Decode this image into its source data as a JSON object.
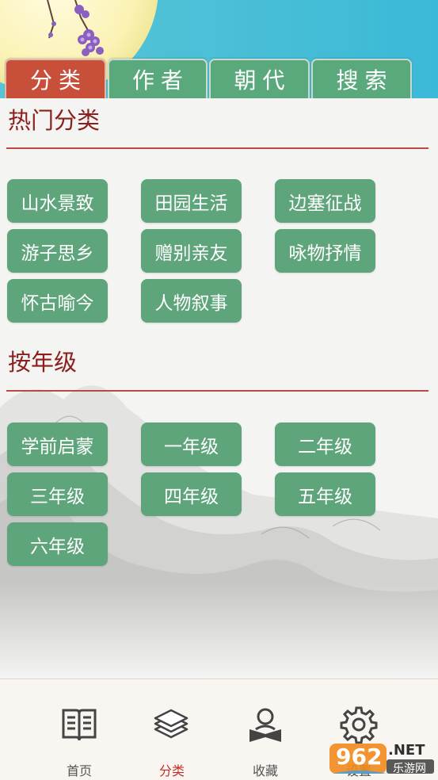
{
  "tabs": [
    {
      "label": "分类",
      "active": true
    },
    {
      "label": "作者",
      "active": false
    },
    {
      "label": "朝代",
      "active": false
    },
    {
      "label": "搜索",
      "active": false
    }
  ],
  "sections": {
    "hot": {
      "title": "热门分类",
      "items": [
        "山水景致",
        "田园生活",
        "边塞征战",
        "游子思乡",
        "赠别亲友",
        "咏物抒情",
        "怀古喻今",
        "人物叙事"
      ]
    },
    "grade": {
      "title": "按年级",
      "items": [
        "学前启蒙",
        "一年级",
        "二年级",
        "三年级",
        "四年级",
        "五年级",
        "六年级"
      ]
    }
  },
  "bottom_nav": [
    {
      "label": "首页",
      "icon": "book-icon",
      "active": false
    },
    {
      "label": "分类",
      "icon": "stack-icon",
      "active": true
    },
    {
      "label": "收藏",
      "icon": "reader-icon",
      "active": false
    },
    {
      "label": "设置",
      "icon": "gear-icon",
      "active": false
    }
  ],
  "watermark": {
    "brand": "962",
    "suffix": ".NET",
    "site": "乐游网"
  },
  "colors": {
    "tab_green": "#5aa97c",
    "tab_active": "#c8503a",
    "chip_green": "#5fa57c",
    "section_title": "#8b1f1b",
    "nav_active": "#c0302a"
  }
}
